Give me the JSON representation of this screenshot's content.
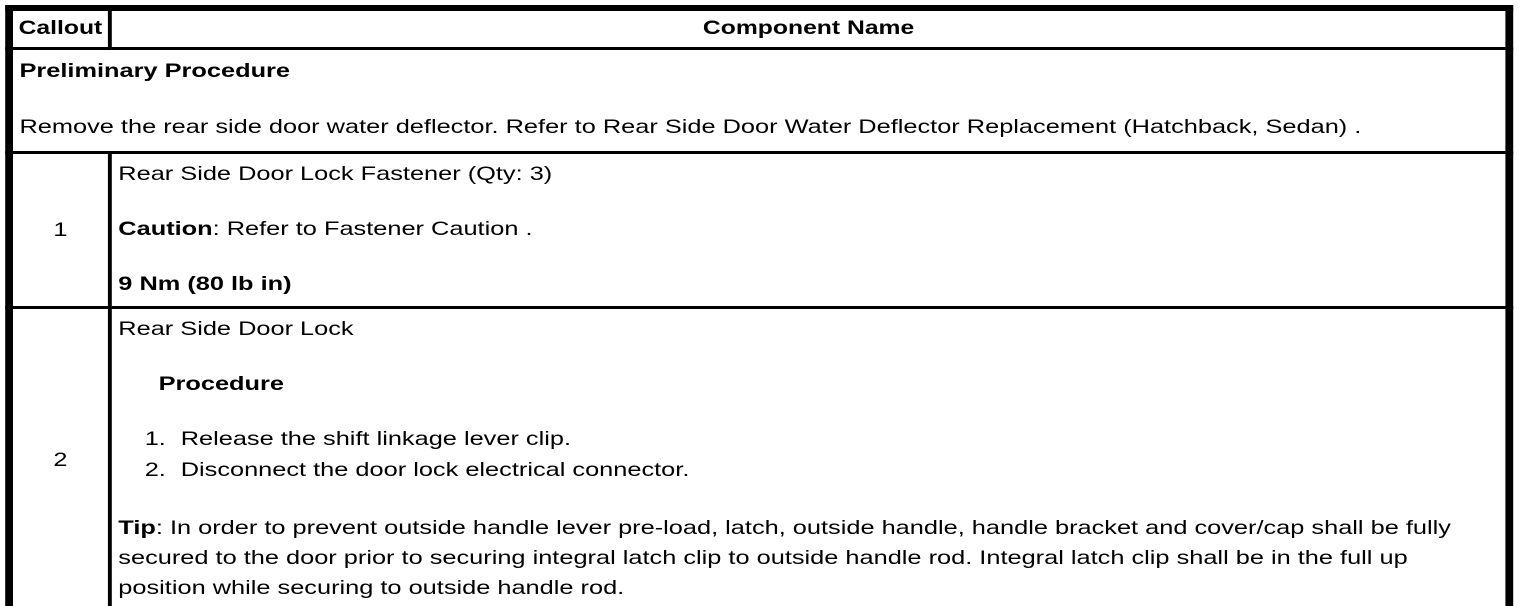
{
  "colors": {
    "background": "#ffffff",
    "text": "#000000",
    "border": "#000000"
  },
  "table": {
    "header": {
      "callout": "Callout",
      "component_name": "Component Name"
    },
    "preliminary": {
      "title": "Preliminary Procedure",
      "text": "Remove the rear side door water deflector. Refer to Rear Side Door Water Deflector Replacement (Hatchback, Sedan) ."
    },
    "rows": [
      {
        "callout": "1",
        "name": "Rear Side Door Lock Fastener (Qty: 3)",
        "caution_label": "Caution",
        "caution_text": ": Refer to Fastener Caution .",
        "torque": "9 Nm (80 lb in)"
      },
      {
        "callout": "2",
        "name": "Rear Side Door Lock",
        "procedure_title": "Procedure",
        "steps": [
          "Release the shift linkage lever clip.",
          "Disconnect the door lock electrical connector."
        ],
        "tip_label": "Tip",
        "tip_text": ": In order to prevent outside handle lever pre-load, latch, outside handle, handle bracket and cover/cap shall be fully secured to the door prior to securing integral latch clip to outside handle rod. Integral latch clip shall be in the full up position while securing to outside handle rod."
      }
    ]
  }
}
